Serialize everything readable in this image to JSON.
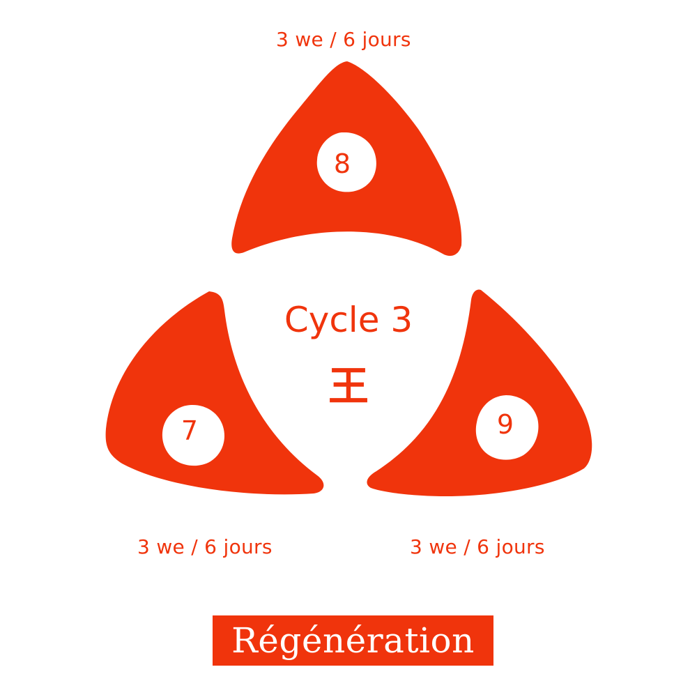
{
  "colors": {
    "accent": "#f0340c",
    "background": "#ffffff",
    "badge_text": "#ffffff"
  },
  "center": {
    "title": "Cycle 3",
    "glyph": "王"
  },
  "sections": [
    {
      "number": "8",
      "duration": "3 we / 6 jours"
    },
    {
      "number": "7",
      "duration": "3 we / 6 jours"
    },
    {
      "number": "9",
      "duration": "3 we / 6 jours"
    }
  ],
  "footer": {
    "label": "Régénération"
  }
}
